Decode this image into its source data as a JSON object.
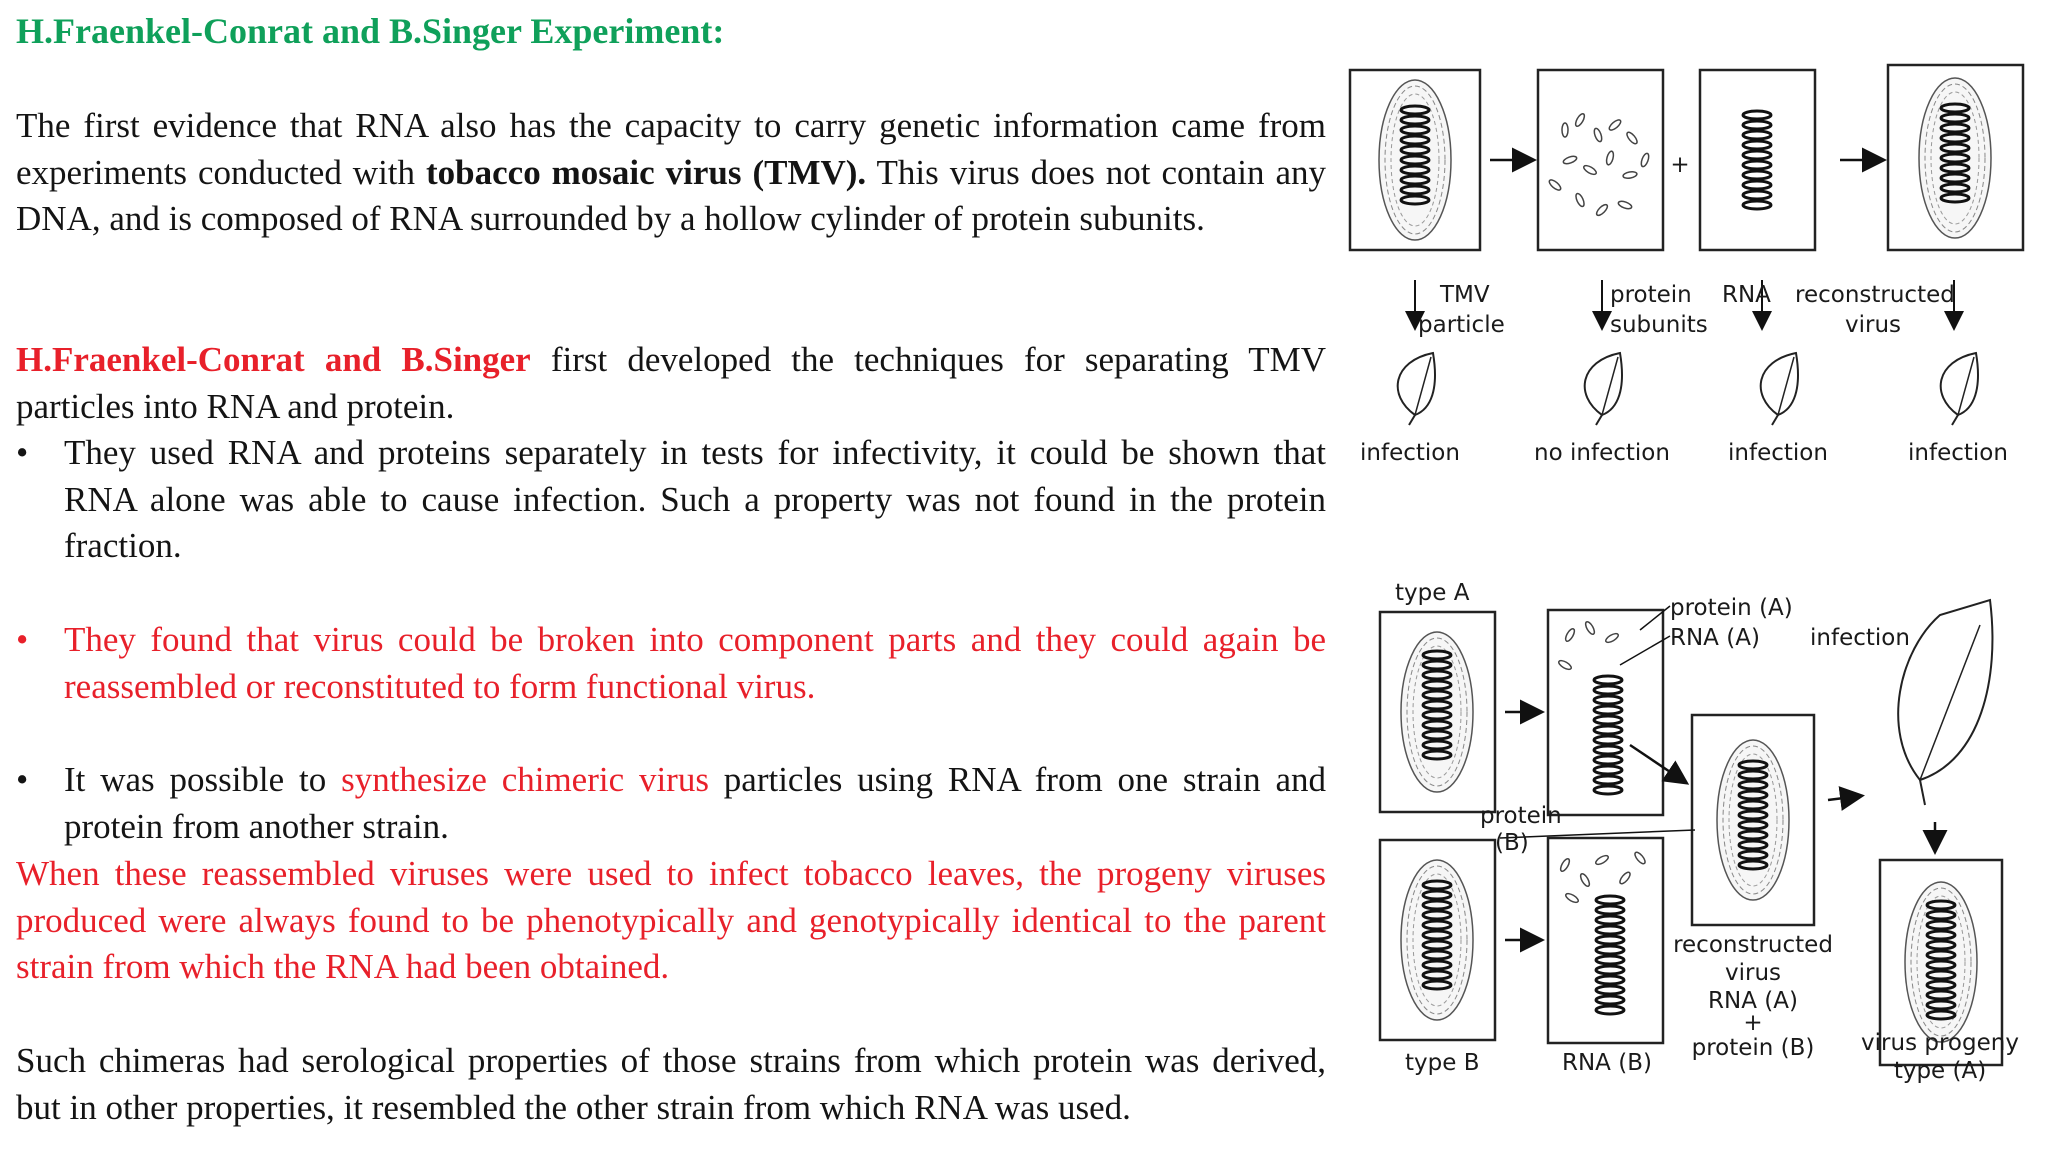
{
  "title": "H.Fraenkel-Conrat and B.Singer Experiment:",
  "para1": {
    "before": "The first evidence that RNA also has the capacity to carry genetic information came from experiments conducted with ",
    "bold": "tobacco mosaic virus (TMV).",
    "after": " This virus does not contain any DNA, and is composed of RNA surrounded by a hollow cylinder of protein subunits."
  },
  "para2": {
    "red": "H.Fraenkel-Conrat and B.Singer",
    "after": " first developed the techniques for separating TMV particles into RNA and protein."
  },
  "bullet1": "They used RNA and proteins separately in tests for infectivity, it could be shown that RNA alone was able to cause infection. Such a property was not found in the protein fraction.",
  "bullet2": "They found that virus could be broken into component parts and they could again be reassembled or reconstituted to form functional virus.",
  "bullet3": {
    "before": "It was possible to ",
    "red": "synthesize chimeric virus",
    "after": " particles using RNA from one strain and protein from another strain."
  },
  "para3": "When these reassembled viruses were used to infect tobacco leaves, the progeny viruses produced were always found to be phenotypically and genotypically identical to the parent strain from which the RNA had been obtained.",
  "para4": "Such chimeras had serological properties of those strains from which protein was derived, but in other properties, it resembled the other strain from which RNA was used.",
  "bullet_symbol": "•",
  "colors": {
    "title_green": "#0fa05a",
    "accent_red": "#e8202a"
  },
  "figure1": {
    "plus": "+",
    "tmv": "TMV",
    "particle": "particle",
    "protein": "protein",
    "subunits": "subunits",
    "rna": "RNA",
    "reconstructed": "reconstructed",
    "virus": "virus",
    "outcomes": [
      "infection",
      "no infection",
      "infection",
      "infection"
    ]
  },
  "figure2": {
    "type_a": "type A",
    "protein_a": "protein (A)",
    "rna_a": "RNA (A)",
    "infection": "infection",
    "protein_b_1": "protein",
    "protein_b_2": "(B)",
    "type_b": "type B",
    "rna_b": "RNA (B)",
    "reconstructed": "reconstructed",
    "virus": "virus",
    "rna_a_2": "RNA (A)",
    "plus": "+",
    "protein_b_3": "protein (B)",
    "progeny_1": "virus progeny",
    "progeny_2": "type (A)"
  }
}
